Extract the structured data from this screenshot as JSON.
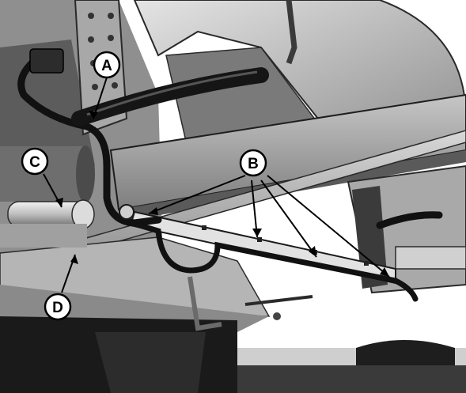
{
  "callouts": [
    {
      "id": "A",
      "label": "A"
    },
    {
      "id": "B",
      "label": "B"
    },
    {
      "id": "C",
      "label": "C"
    },
    {
      "id": "D",
      "label": "D"
    }
  ],
  "colors": {
    "background": "#ffffff",
    "metal_light": "#c9c9c9",
    "metal_mid": "#9d9d9d",
    "metal_dark": "#5f5f5f",
    "shadow": "#1a1a1a",
    "hose": "#111111"
  }
}
